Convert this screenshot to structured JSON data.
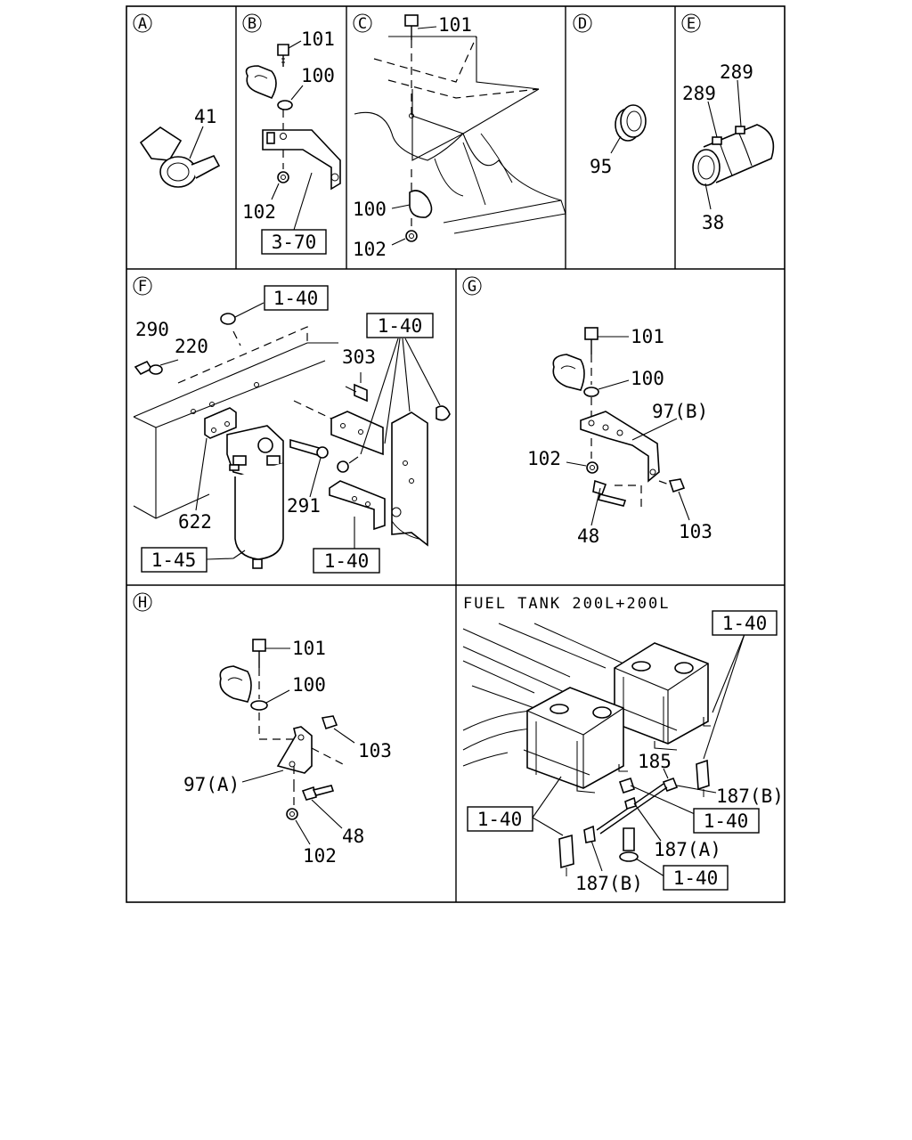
{
  "panels": [
    {
      "letter": "A",
      "parts": [
        "41"
      ]
    },
    {
      "letter": "B",
      "parts": [
        "101",
        "100",
        "102"
      ],
      "refs": [
        "3-70"
      ]
    },
    {
      "letter": "C",
      "parts": [
        "101",
        "100",
        "102"
      ]
    },
    {
      "letter": "D",
      "parts": [
        "95"
      ]
    },
    {
      "letter": "E",
      "parts": [
        "289",
        "289",
        "38"
      ]
    },
    {
      "letter": "F",
      "parts": [
        "290",
        "220",
        "303",
        "622",
        "291"
      ],
      "refs": [
        "1-40",
        "1-40",
        "1-45",
        "1-40"
      ]
    },
    {
      "letter": "G",
      "parts": [
        "101",
        "100",
        "97(B)",
        "102",
        "48",
        "103"
      ]
    },
    {
      "letter": "H",
      "parts": [
        "101",
        "100",
        "103",
        "97(A)",
        "48",
        "102"
      ]
    },
    {
      "letter": "",
      "heading": "FUEL TANK 200L+200L",
      "parts": [
        "185",
        "187(B)",
        "187(A)",
        "187(B)"
      ],
      "refs": [
        "1-40",
        "1-40",
        "1-40",
        "1-40"
      ]
    }
  ]
}
